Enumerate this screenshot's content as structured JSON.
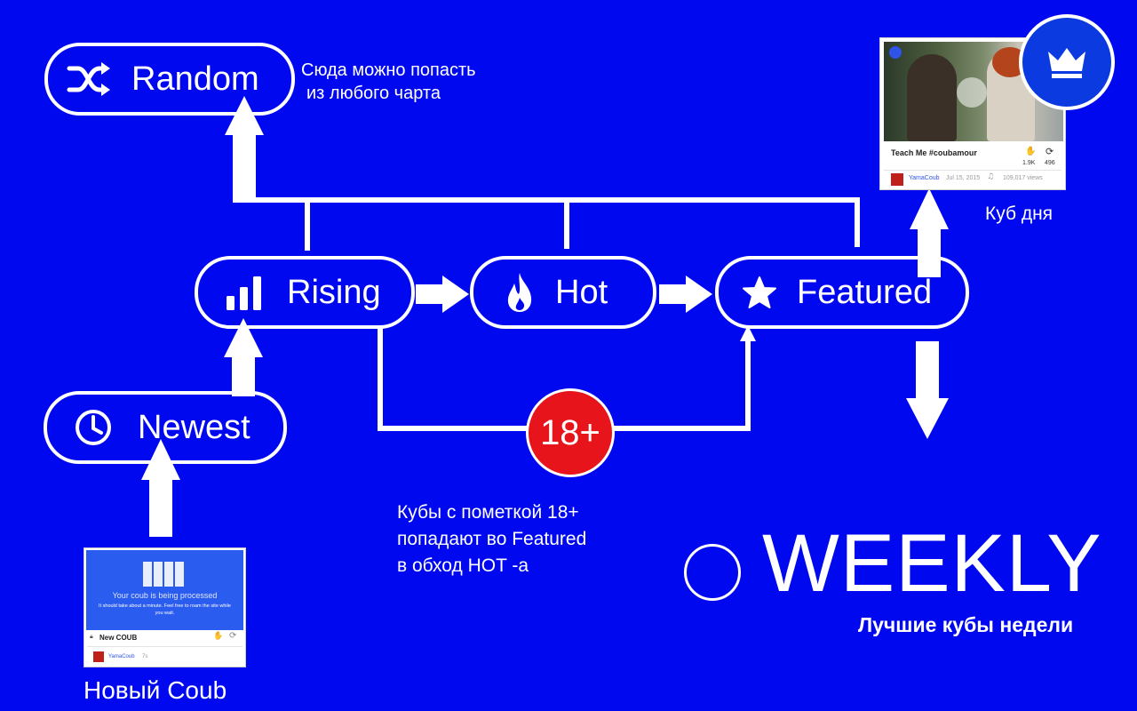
{
  "nodes": {
    "random": "Random",
    "rising": "Rising",
    "hot": "Hot",
    "featured": "Featured",
    "newest": "Newest"
  },
  "notes": {
    "random_line1": "Сюда можно попасть",
    "random_line2": "из любого чарта",
    "adult_line1": "Кубы с пометкой 18+",
    "adult_line2": "попадают во Featured",
    "adult_line3": "в обход HOT -а",
    "coub_of_day": "Куб дня",
    "new_coub": "Новый Coub"
  },
  "badge_18": "18+",
  "weekly": {
    "title": "WEEKLY",
    "subtitle": "Лучшие кубы недели"
  },
  "featured_card": {
    "title": "Teach Me #coubamour",
    "likes": "1.9K",
    "recoubs": "496",
    "author": "YamaCoub",
    "date": "Jul 15, 2015",
    "views": "109,017 views"
  },
  "new_card": {
    "processing": "Your coub is being processed",
    "processing_sub": "It should take about a minute. Feel free to roam the site while you wait.",
    "title": "New COUB",
    "author": "YamaCoub",
    "time": "7s"
  },
  "colors": {
    "background": "#0008f0",
    "badge": "#e8141c",
    "crown_circle": "#0a3ae0"
  }
}
